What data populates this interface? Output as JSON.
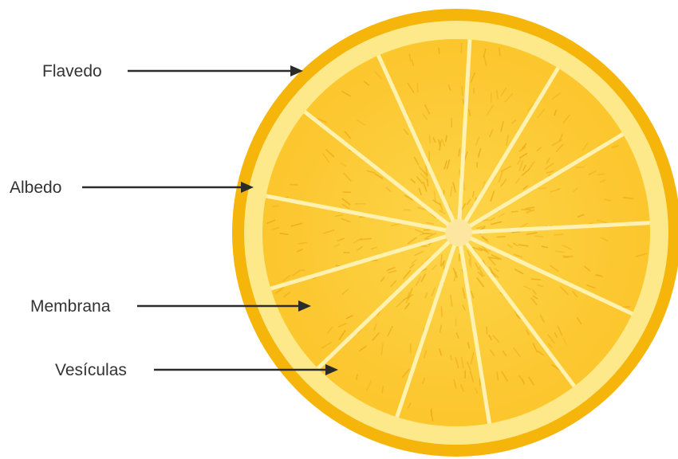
{
  "labels": {
    "flavedo": "Flavedo",
    "albedo": "Albedo",
    "membrana": "Membrana",
    "vesiculas": "Vesículas"
  },
  "colors": {
    "background": "#ffffff",
    "flavedo": "#f6b50a",
    "albedo": "#fde98a",
    "segment": "#fcc52c",
    "segment_gradient_inner": "#fdd54a",
    "membrane": "#fff1b0",
    "vesicle": "#eaa812",
    "core": "#fde7a0",
    "label_text": "#333333",
    "arrow": "#2b2b2b"
  }
}
